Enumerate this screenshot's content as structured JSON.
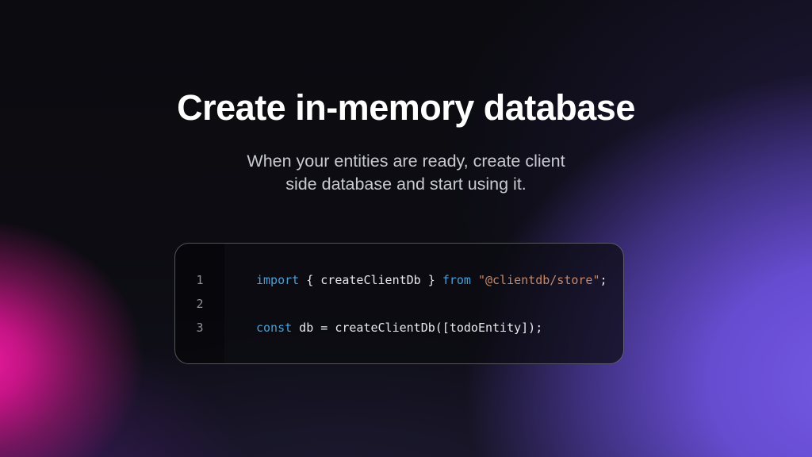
{
  "hero": {
    "title": "Create in-memory database",
    "subtitle_line1": "When your entities are ready, create client",
    "subtitle_line2": "side database and start using it."
  },
  "code_panel": {
    "lines": [
      {
        "number": "1",
        "tokens": [
          {
            "text": "import",
            "type": "keyword"
          },
          {
            "text": " { createClientDb } ",
            "type": "plain"
          },
          {
            "text": "from",
            "type": "keyword"
          },
          {
            "text": " ",
            "type": "plain"
          },
          {
            "text": "\"@clientdb/store\"",
            "type": "string"
          },
          {
            "text": ";",
            "type": "plain"
          }
        ]
      },
      {
        "number": "2",
        "tokens": []
      },
      {
        "number": "3",
        "tokens": [
          {
            "text": "const",
            "type": "keyword"
          },
          {
            "text": " db = createClientDb([todoEntity]);",
            "type": "plain"
          }
        ]
      }
    ]
  },
  "colors": {
    "keyword": "#4A9FD9",
    "string": "#C4886B",
    "plain": "#E9E9EC",
    "line_number": "#8F8F99",
    "accent_purple": "#6E52DD",
    "accent_magenta": "#E8169B",
    "background_base": "#0B0B10"
  }
}
